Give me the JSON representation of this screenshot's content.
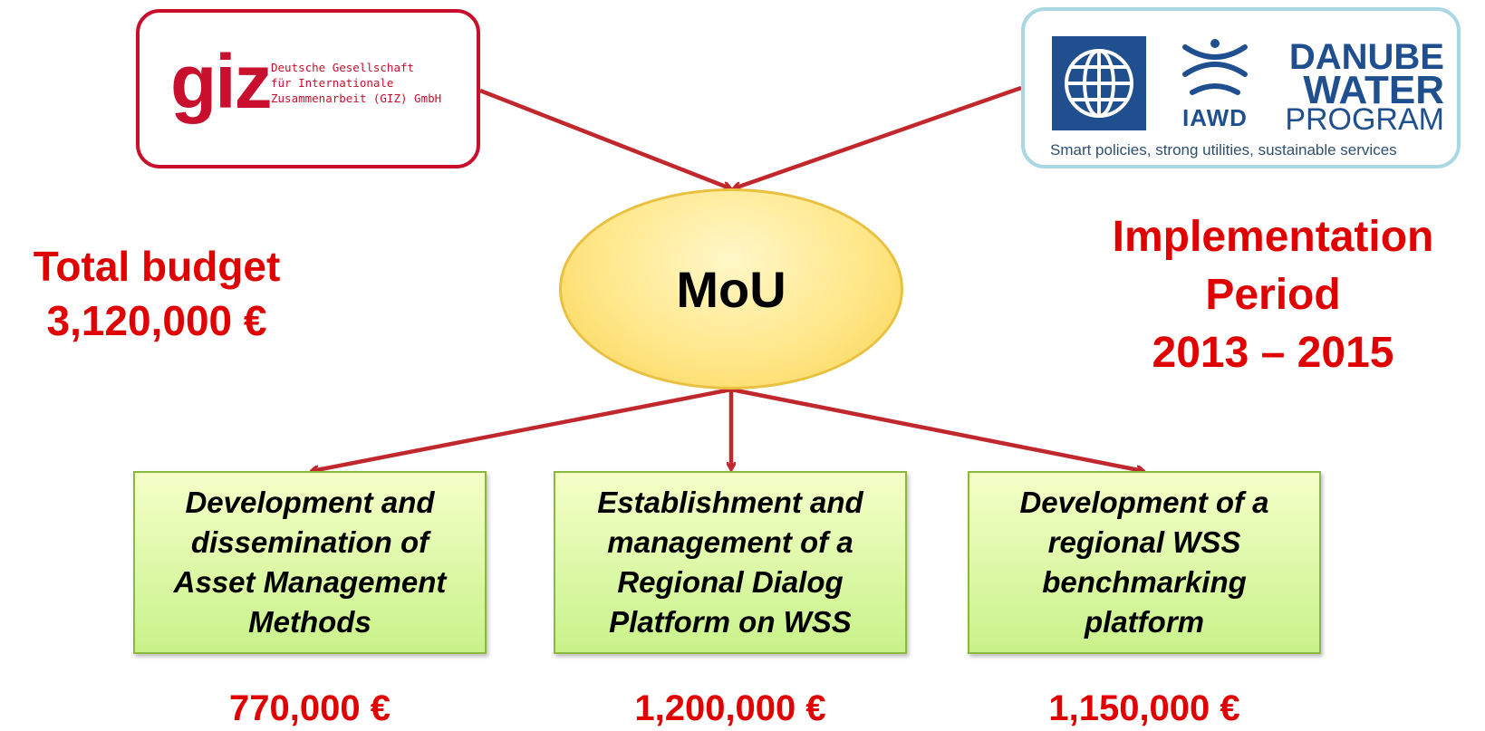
{
  "logos": {
    "giz": {
      "wordmark": "giz",
      "org_lines": [
        "Deutsche Gesellschaft",
        "für Internationale",
        "Zusammenarbeit (GIZ) GmbH"
      ]
    },
    "danube": {
      "iawd": "IAWD",
      "line1": "DANUBE",
      "line2": "WATER",
      "line3": "PROGRAM",
      "tagline": "Smart policies, strong utilities, sustainable services"
    }
  },
  "center": {
    "label": "MoU"
  },
  "budget": {
    "line1": "Total budget",
    "line2": "3,120,000 €"
  },
  "period": {
    "line1": "Implementation",
    "line2": "Period",
    "line3": "2013 – 2015"
  },
  "components": [
    {
      "lines": [
        "Development and",
        "dissemination of",
        "Asset Management",
        "Methods"
      ],
      "cost": "770,000 €"
    },
    {
      "lines": [
        "Establishment and",
        "management of a",
        "Regional Dialog",
        "Platform on WSS"
      ],
      "cost": "1,200,000 €"
    },
    {
      "lines": [
        "Development of a",
        "regional WSS",
        "benchmarking",
        "platform"
      ],
      "cost": "1,150,000 €"
    }
  ],
  "colors": {
    "accent_red": "#e00000",
    "arrow_red": "#c0282d",
    "giz_red": "#c8102e",
    "danube_blue": "#1f4f8f",
    "box_green": "#c9f28a",
    "ellipse_yellow": "#ffe78a"
  }
}
